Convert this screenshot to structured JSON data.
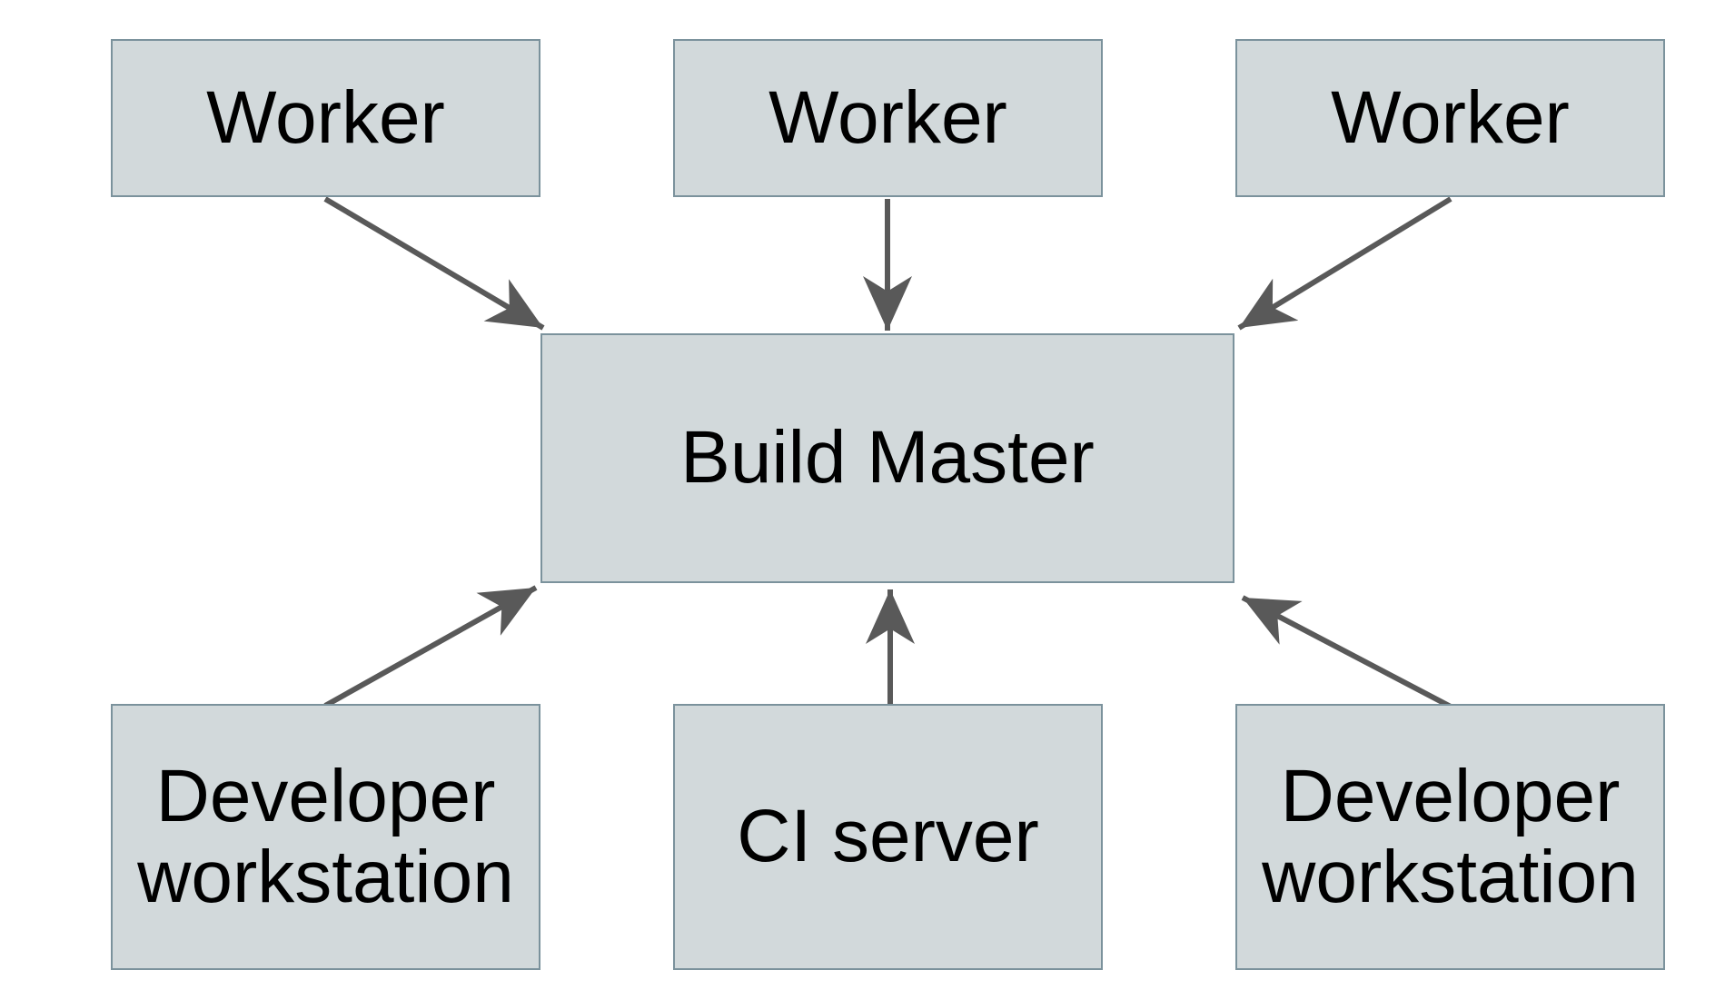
{
  "colors": {
    "background": "#ffffff",
    "box_fill": "#d2d9db",
    "box_border": "#7b929c",
    "arrow": "#595959",
    "text": "#000000"
  },
  "nodes": {
    "worker_1": {
      "label": "Worker"
    },
    "worker_2": {
      "label": "Worker"
    },
    "worker_3": {
      "label": "Worker"
    },
    "build_master": {
      "label": "Build Master"
    },
    "dev_workstation_left": {
      "label": "Developer workstation"
    },
    "ci_server": {
      "label": "CI server"
    },
    "dev_workstation_right": {
      "label": "Developer workstation"
    }
  },
  "edges": [
    {
      "from": "worker_1",
      "to": "build_master"
    },
    {
      "from": "worker_2",
      "to": "build_master"
    },
    {
      "from": "worker_3",
      "to": "build_master"
    },
    {
      "from": "dev_workstation_left",
      "to": "build_master"
    },
    {
      "from": "ci_server",
      "to": "build_master"
    },
    {
      "from": "dev_workstation_right",
      "to": "build_master"
    }
  ]
}
